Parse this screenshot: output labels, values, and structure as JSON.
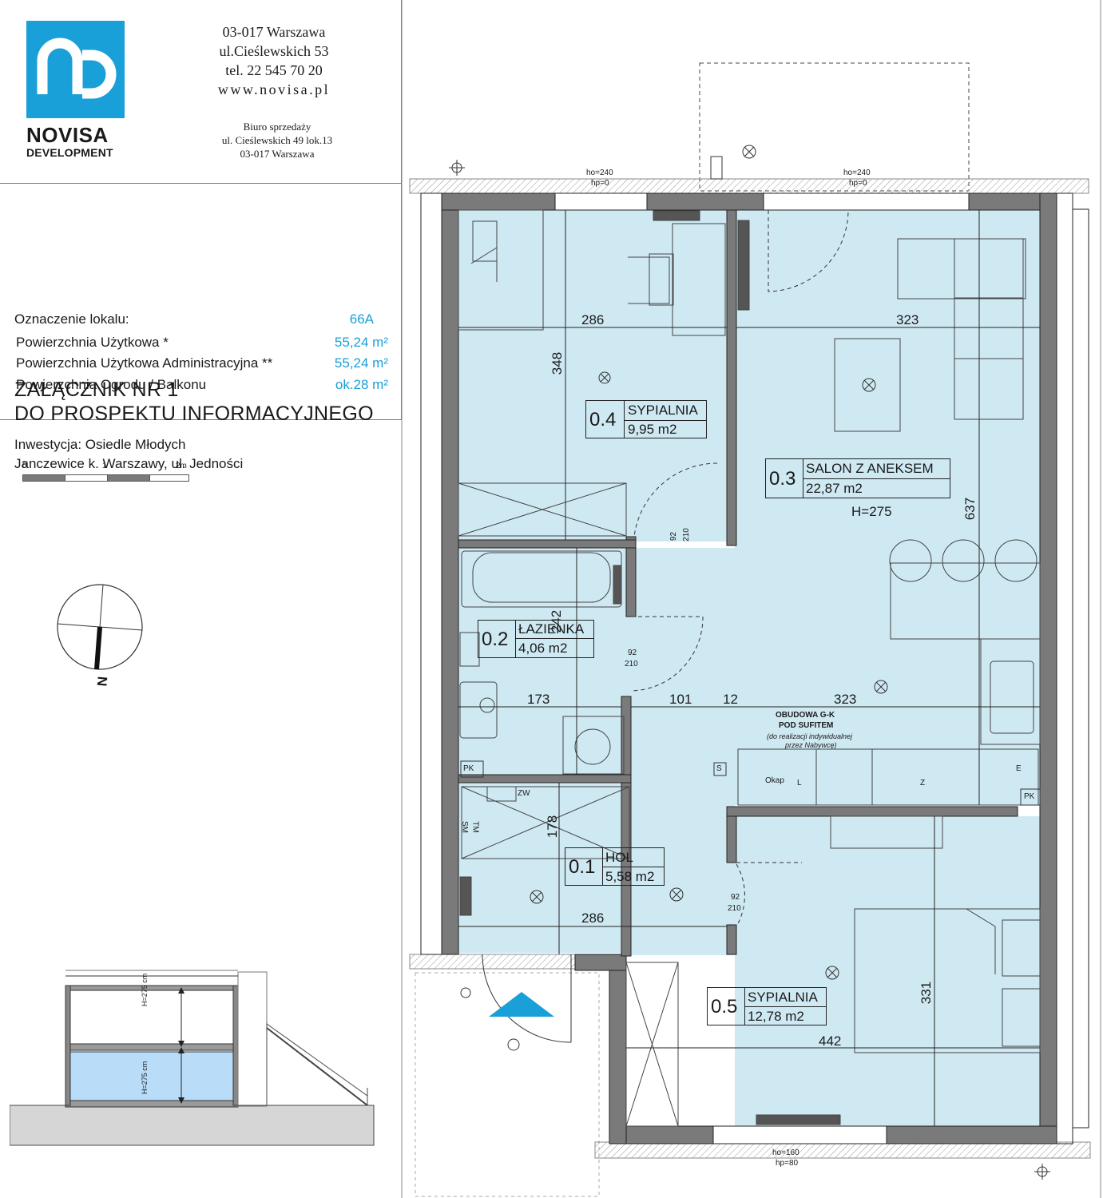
{
  "company": {
    "name": "NOVISA",
    "subtitle": "DEVELOPMENT",
    "address_lines": [
      "03-017 Warszawa",
      "ul.Cieślewskich 53",
      "tel.   22 545 70 20",
      "www.novisa.pl"
    ],
    "office_lines": [
      "Biuro sprzedaży",
      "ul. Cieślewskich 49 lok.13",
      "03-017 Warszawa"
    ],
    "brand_color": "#1aa0d8"
  },
  "document": {
    "title_line1": "ZAŁĄCZNIK NR 1",
    "title_line2": "DO PROSPEKTU INFORMACYJNEGO",
    "investment_line1": "Inwestycja: Osiedle Młodych",
    "investment_line2": "Janczewice k. Warszawy, ul. Jedności"
  },
  "unit": {
    "designation_label": "Oznaczenie lokalu:",
    "designation_value": "66A",
    "usable_area_label": "Powierzchnia Użytkowa *",
    "usable_area_value": "55,24 m²",
    "admin_area_label": "Powierzchnia Użytkowa Administracyjna **",
    "admin_area_value": "55,24 m²",
    "garden_label": "Powierzchnia Ogrodu / Balkonu",
    "garden_value": "ok.28 m²"
  },
  "scale": {
    "labels": [
      "0",
      "1",
      "2m"
    ]
  },
  "north": {
    "label": "N"
  },
  "section": {
    "height_label_upper": "H=275 cm",
    "height_label_lower": "H=275 cm"
  },
  "rooms": [
    {
      "number": "0.1",
      "name": "HOL",
      "area": "5,58 m2"
    },
    {
      "number": "0.2",
      "name": "ŁAZIENKA",
      "area": "4,06 m2"
    },
    {
      "number": "0.3",
      "name": "SALON Z ANEKSEM",
      "area": "22,87 m2",
      "height": "H=275"
    },
    {
      "number": "0.4",
      "name": "SYPIALNIA",
      "area": "9,95 m2"
    },
    {
      "number": "0.5",
      "name": "SYPIALNIA",
      "area": "12,78 m2"
    }
  ],
  "dimensions": {
    "bed1_width": "286",
    "salon_width": "323",
    "bed1_depth": "348",
    "salon_depth": "637",
    "bath_depth": "242",
    "bath_width": "173",
    "mid_101": "101",
    "mid_12": "12",
    "mid_323": "323",
    "hol_depth": "178",
    "hol_width": "286",
    "bed2_depth": "331",
    "bed2_width": "442"
  },
  "windows": {
    "w1_ho": "ho=240",
    "w1_hp": "hp=0",
    "w2_ho": "ho=240",
    "w2_hp": "hp=0",
    "w3_ho": "ho=160",
    "w3_hp": "hp=80"
  },
  "doors": {
    "d_top": "92",
    "d_bot": "210"
  },
  "annotations": {
    "obudowa_line1": "OBUDOWA G-K",
    "obudowa_line2": "POD SUFITEM",
    "obudowa_note1": "(do realizacji indywidualnej",
    "obudowa_note2": "przez Nabywcę)",
    "okap": "Okap",
    "pk": "PK",
    "zw": "ZW",
    "s": "S",
    "tm": "TM",
    "sm": "SM",
    "l": "L",
    "z": "Z",
    "e": "E"
  },
  "colors": {
    "room_fill": "#cfe9f3",
    "wall": "#7a7a7a"
  }
}
